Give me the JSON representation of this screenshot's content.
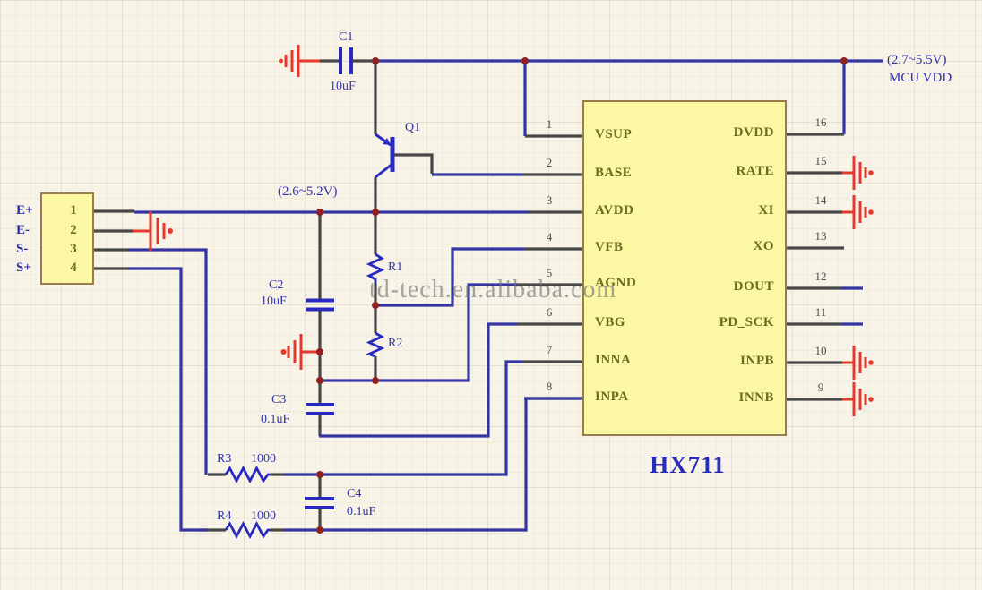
{
  "ic": {
    "name": "HX711",
    "left_pins": [
      {
        "num": "1",
        "name": "VSUP"
      },
      {
        "num": "2",
        "name": "BASE"
      },
      {
        "num": "3",
        "name": "AVDD"
      },
      {
        "num": "4",
        "name": "VFB"
      },
      {
        "num": "5",
        "name": "AGND"
      },
      {
        "num": "6",
        "name": "VBG"
      },
      {
        "num": "7",
        "name": "INNA"
      },
      {
        "num": "8",
        "name": "INPA"
      }
    ],
    "right_pins": [
      {
        "num": "16",
        "name": "DVDD"
      },
      {
        "num": "15",
        "name": "RATE"
      },
      {
        "num": "14",
        "name": "XI"
      },
      {
        "num": "13",
        "name": "XO"
      },
      {
        "num": "12",
        "name": "DOUT"
      },
      {
        "num": "11",
        "name": "PD_SCK"
      },
      {
        "num": "10",
        "name": "INPB"
      },
      {
        "num": "9",
        "name": "INNB"
      }
    ]
  },
  "connector": {
    "pins": [
      {
        "num": "1",
        "label": "E+"
      },
      {
        "num": "2",
        "label": "E-"
      },
      {
        "num": "3",
        "label": "S-"
      },
      {
        "num": "4",
        "label": "S+"
      }
    ]
  },
  "components": {
    "c1_ref": "C1",
    "c1_val": "10uF",
    "c2_ref": "C2",
    "c2_val": "10uF",
    "c3_ref": "C3",
    "c3_val": "0.1uF",
    "c4_ref": "C4",
    "c4_val": "0.1uF",
    "r1_ref": "R1",
    "r2_ref": "R2",
    "r3_ref": "R3",
    "r3_val": "1000",
    "r4_ref": "R4",
    "r4_val": "1000",
    "q1_ref": "Q1"
  },
  "labels": {
    "avdd_range": "(2.6~5.2V)",
    "supply_range": "(2.7~5.5V)",
    "supply_name": "MCU VDD"
  },
  "watermark": "td-tech.en.alibaba.com",
  "colors": {
    "wire_blue": "#3535a2",
    "lead_dark": "#474747",
    "ground_red": "#e5382e",
    "junction_red": "#8f2121",
    "ic_fill": "#fbf7a3",
    "ic_border": "#9a7b4c",
    "component_blue": "#2929c0",
    "label_blue": "#3232ac",
    "pin_text_olive": "#6c6c21"
  }
}
